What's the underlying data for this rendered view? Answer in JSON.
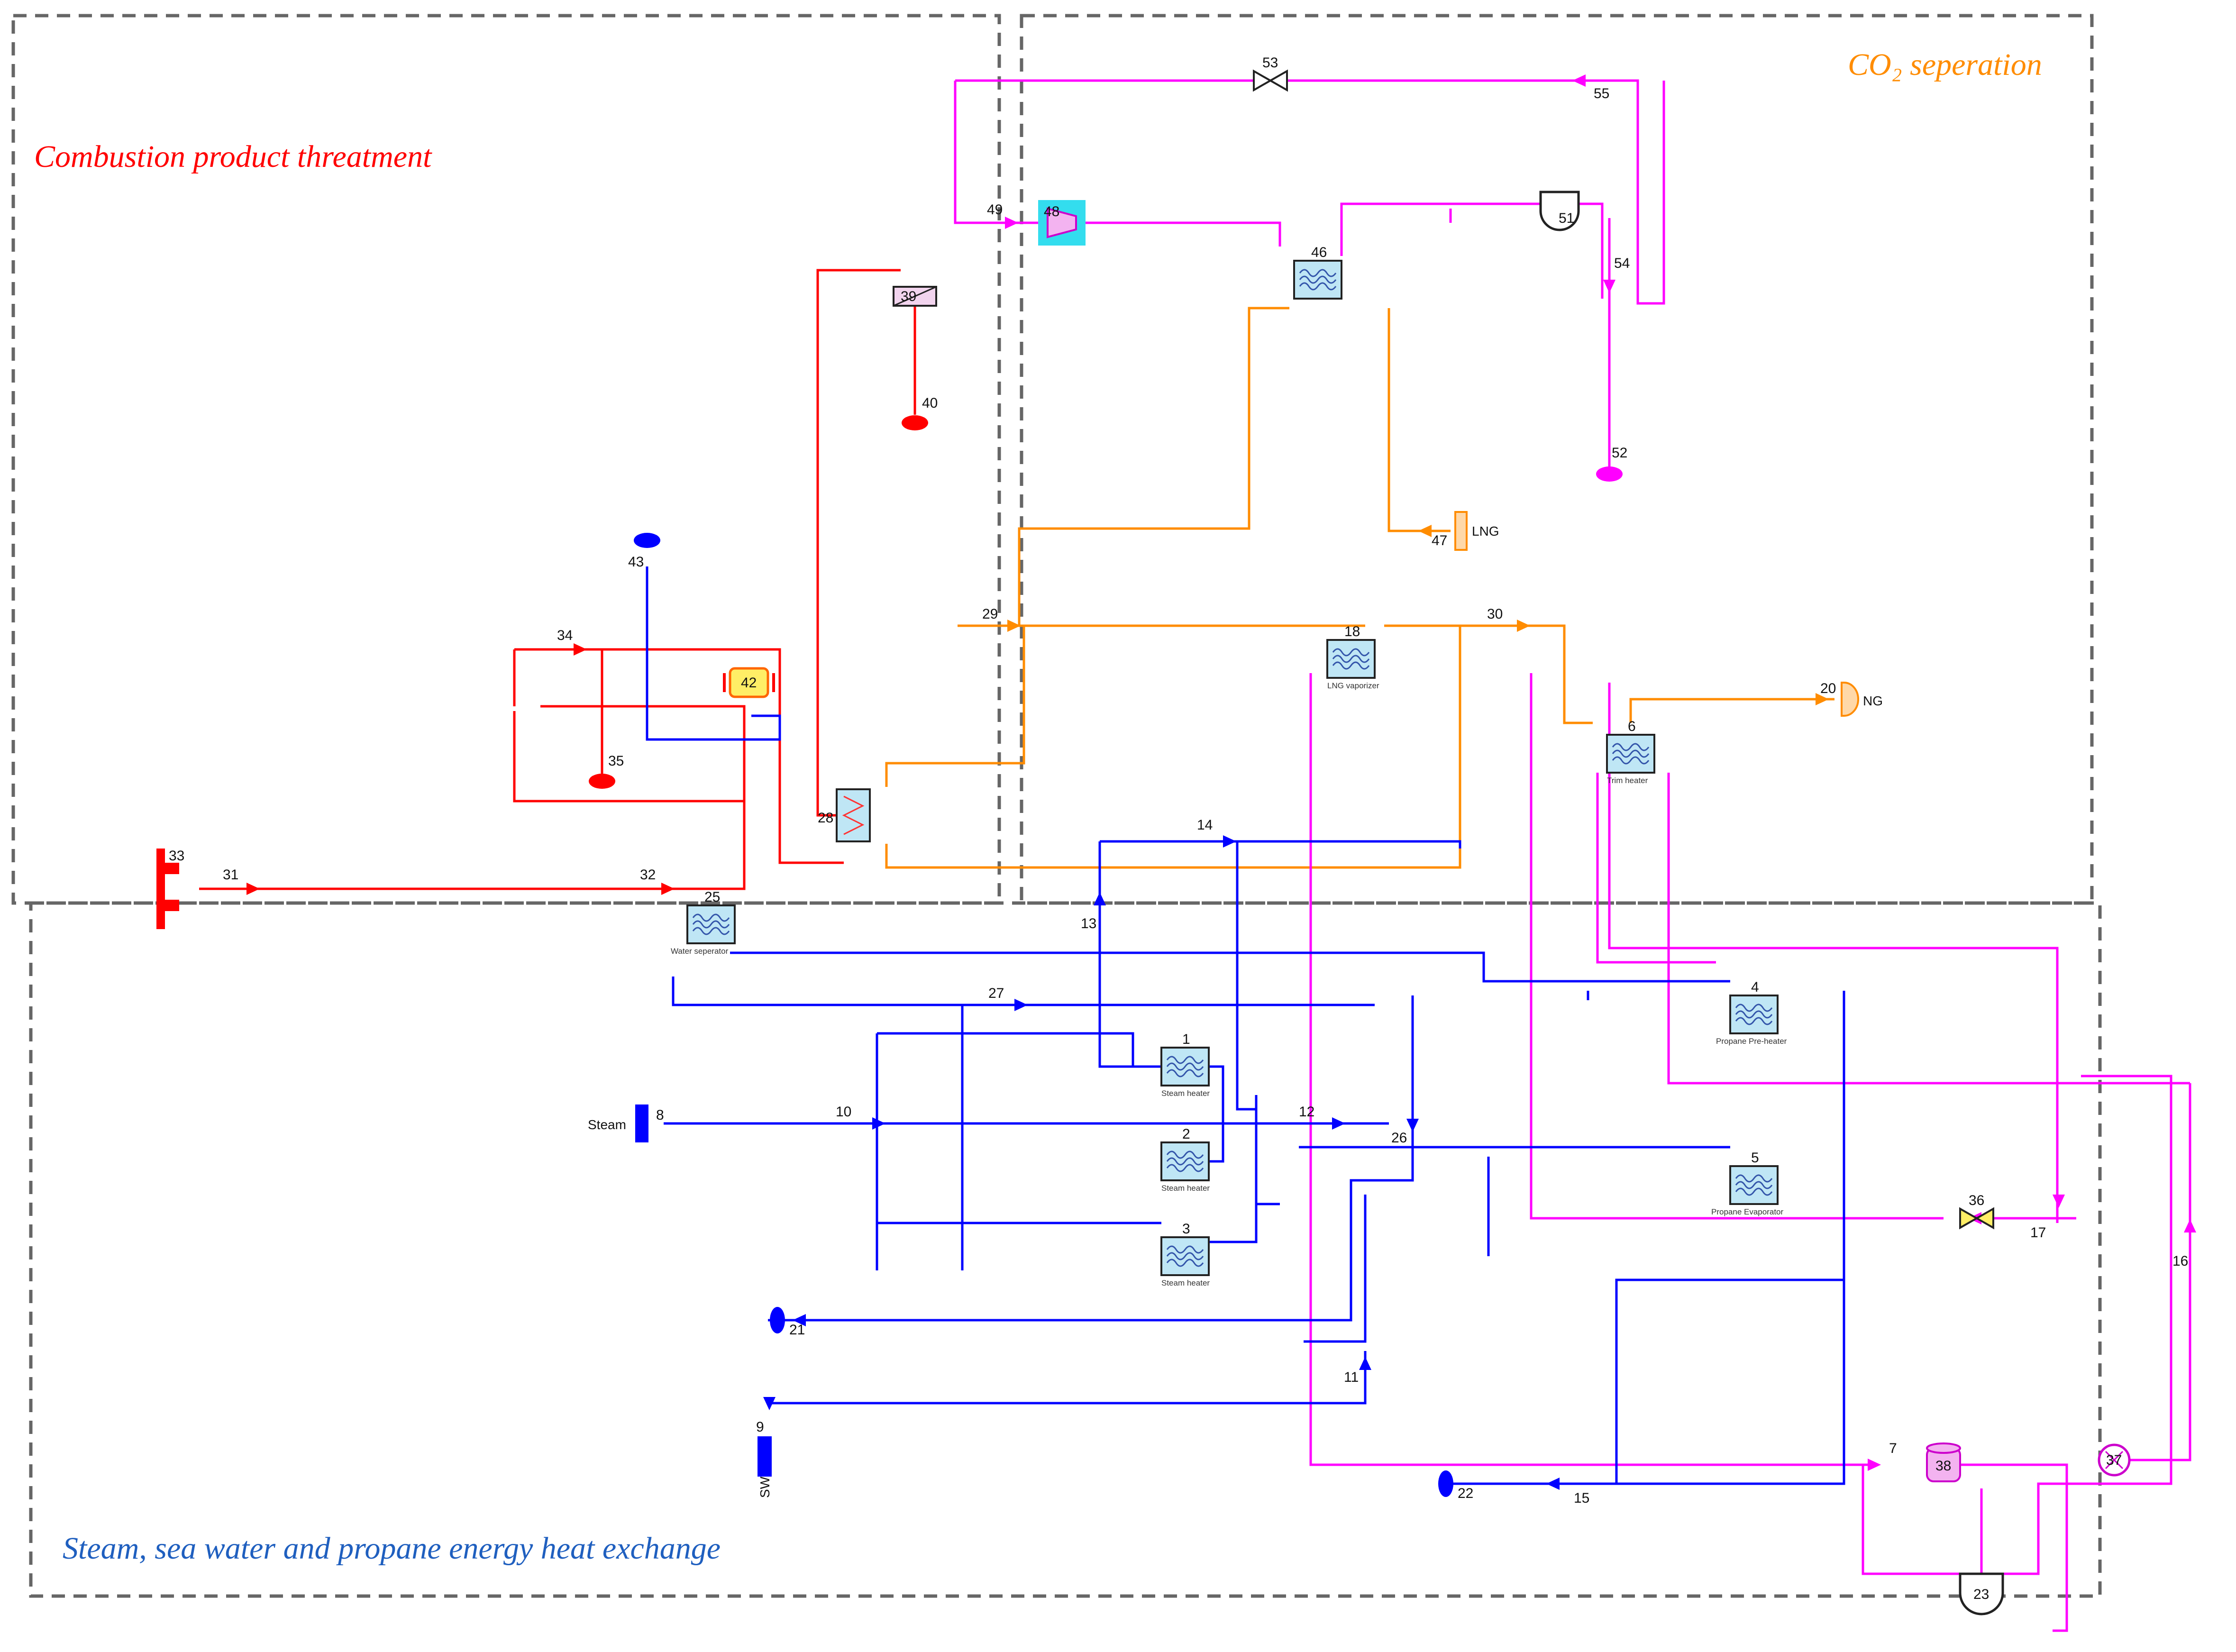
{
  "regions": {
    "combustion": "Combustion product threatment",
    "co2": "CO₂ seperation",
    "steam": "Steam, sea water and propane energy heat exchange"
  },
  "colors": {
    "red": "#ff0000",
    "orange": "#ff8c00",
    "magenta": "#ff00ff",
    "blue": "#0000ff",
    "region_red": "#ff0000",
    "region_orange": "#ff8c00",
    "region_blue": "#1f5fbf",
    "box_border": "#666666"
  },
  "units": {
    "u1": {
      "num": "1",
      "caption": "Steam heater"
    },
    "u2": {
      "num": "2",
      "caption": "Steam heater"
    },
    "u3": {
      "num": "3",
      "caption": "Steam heater"
    },
    "u4": {
      "num": "4",
      "caption": "Propane Pre-heater"
    },
    "u5": {
      "num": "5",
      "caption": "Propane Evaporator"
    },
    "u6": {
      "num": "6",
      "caption": "Trim heater"
    },
    "u18": {
      "num": "18",
      "caption": "LNG vaporizer"
    },
    "u25": {
      "num": "25",
      "caption": "Water seperator"
    },
    "u28": {
      "num": "28"
    },
    "u39": {
      "num": "39"
    },
    "u42": {
      "num": "42"
    },
    "u46": {
      "num": "46"
    },
    "u48": {
      "num": "48"
    },
    "u51": {
      "num": "51"
    },
    "u23": {
      "num": "23"
    },
    "u36": {
      "num": "36"
    },
    "u37": {
      "num": "37"
    },
    "u38": {
      "num": "38"
    },
    "u53": {
      "num": "53"
    }
  },
  "terminals": {
    "lng": "LNG",
    "lng_num": "47",
    "ng": "NG",
    "ng_num": "20",
    "steam": "Steam",
    "steam_num": "8",
    "sw": "SW",
    "sw_num": "9",
    "t33": "33",
    "t35": "35",
    "t40": "40",
    "t43": "43",
    "t52": "52",
    "t21": "21",
    "t22": "22"
  },
  "streams": {
    "s7": "7",
    "s10": "10",
    "s11": "11",
    "s12": "12",
    "s13": "13",
    "s14": "14",
    "s15": "15",
    "s16": "16",
    "s17": "17",
    "s26": "26",
    "s27": "27",
    "s29": "29",
    "s30": "30",
    "s31": "31",
    "s32": "32",
    "s34": "34",
    "s49": "49",
    "s54": "54",
    "s55": "55"
  },
  "icons": [
    "heat-exchanger-icon",
    "compressor-icon",
    "pump-icon",
    "valve-icon",
    "separator-icon",
    "tank-icon",
    "burner-icon",
    "membrane-icon",
    "source-icon",
    "sink-icon"
  ]
}
